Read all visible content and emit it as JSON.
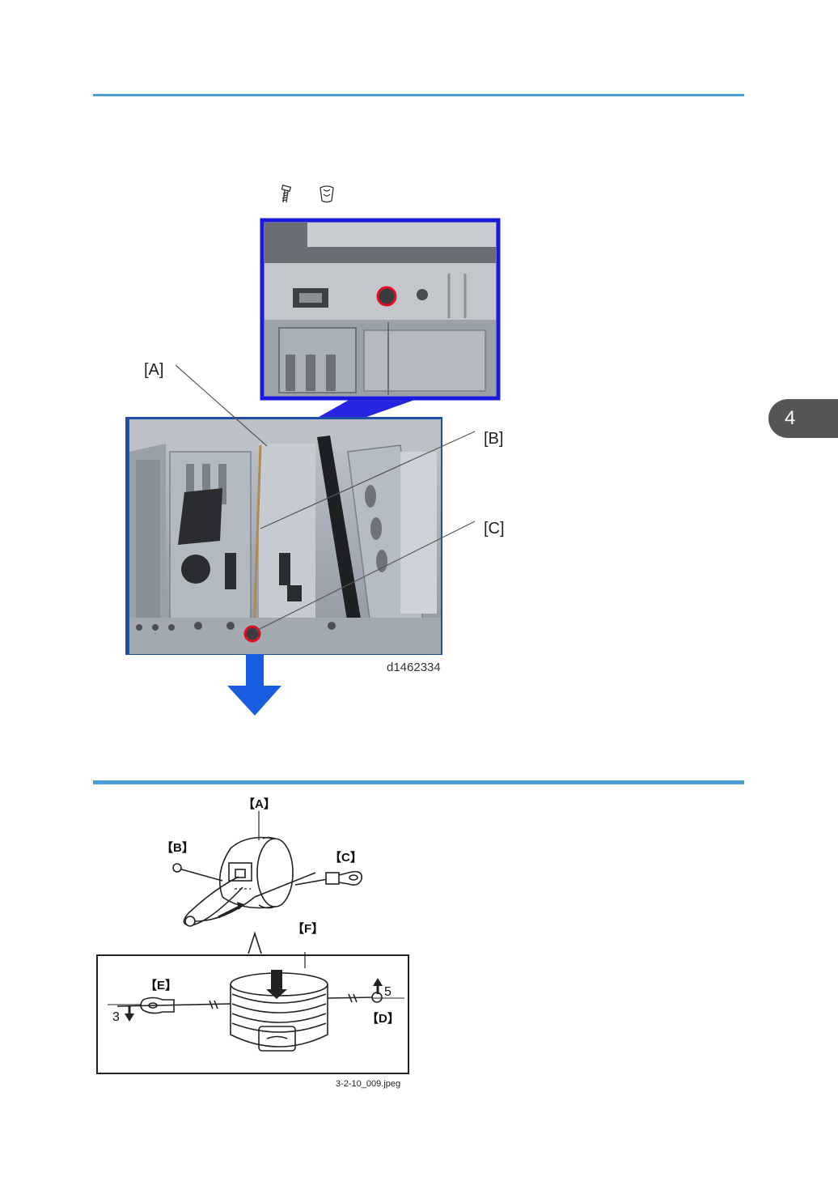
{
  "chapter_tab": {
    "number": "4"
  },
  "icons": {
    "screw": "screw-icon",
    "clamp": "harness-clamp-icon"
  },
  "figure1": {
    "callouts": {
      "a": "[A]",
      "b": "[B]",
      "c": "[C]"
    },
    "figure_id": "d1462334",
    "colors": {
      "frame_blue": "#1a1adf",
      "arrow_blue": "#1a5ce0",
      "marker_red": "#e01020"
    }
  },
  "figure2": {
    "labels": {
      "a": "【A】",
      "b": "【B】",
      "c": "【C】",
      "d": "【D】",
      "e": "【E】",
      "f": "【F】",
      "turns_up": "5",
      "turns_down": "3"
    },
    "filename": "3-2-10_009.jpeg"
  }
}
